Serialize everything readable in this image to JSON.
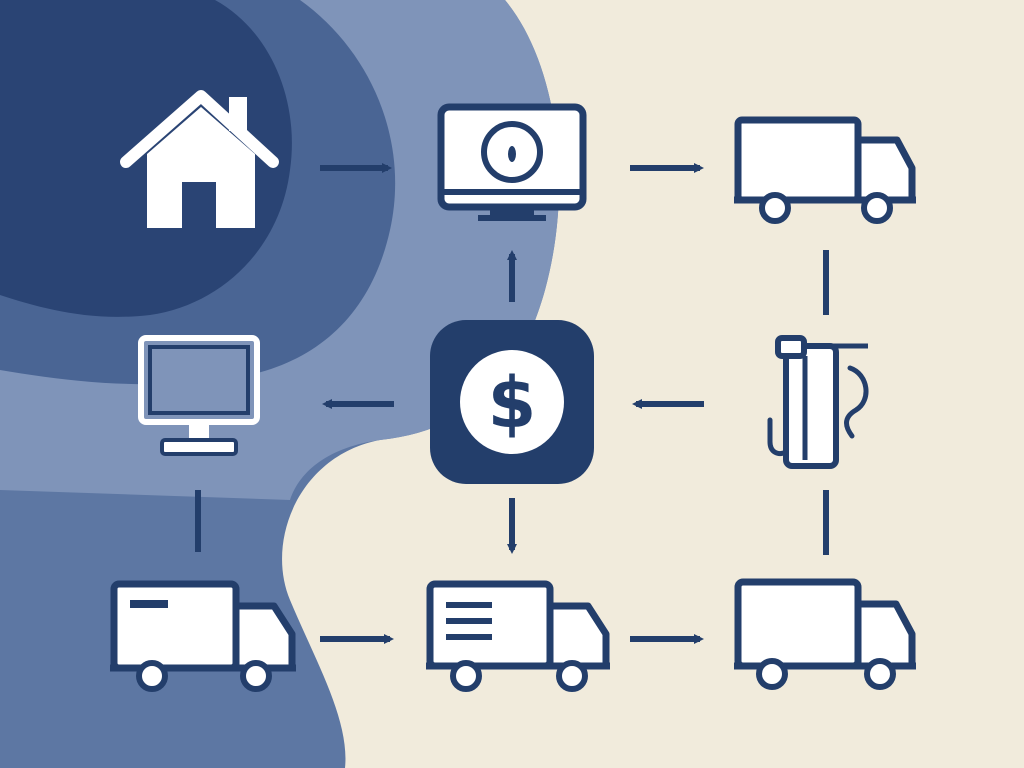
{
  "colors": {
    "background": "#F1EBDC",
    "navy": "#233E6B",
    "blob_outer": "#5D77A3",
    "blob_middle": "#7F94B9",
    "blob_inner": "#4A6594",
    "blob_core": "#2A4474",
    "icon_fill": "#FFFFFF"
  },
  "icons": [
    {
      "name": "house-icon"
    },
    {
      "name": "monitor-with-clock-icon"
    },
    {
      "name": "truck-icon"
    },
    {
      "name": "desktop-monitor-icon"
    },
    {
      "name": "dollar-coin-icon"
    },
    {
      "name": "payment-terminal-icon"
    },
    {
      "name": "delivery-truck-icon"
    },
    {
      "name": "cargo-truck-icon"
    },
    {
      "name": "truck-icon"
    }
  ],
  "center_symbol": "$",
  "connectors": [
    {
      "name": "arrow-right",
      "from": "house",
      "to": "monitor-clock"
    },
    {
      "name": "arrow-right",
      "from": "monitor-clock",
      "to": "truck-top"
    },
    {
      "name": "arrow-up",
      "from": "dollar",
      "to": "monitor-clock"
    },
    {
      "name": "arrow-left",
      "from": "dollar",
      "to": "desktop"
    },
    {
      "name": "arrow-left",
      "from": "terminal",
      "to": "dollar"
    },
    {
      "name": "arrow-down",
      "from": "dollar",
      "to": "truck-bottom-middle"
    },
    {
      "name": "arrow-right",
      "from": "truck-bottom-left",
      "to": "truck-bottom-middle"
    },
    {
      "name": "arrow-right",
      "from": "truck-bottom-middle",
      "to": "truck-bottom-right"
    },
    {
      "name": "dashed-line",
      "from": "truck-top",
      "to": "terminal"
    },
    {
      "name": "dashed-line",
      "from": "terminal",
      "to": "truck-bottom-right"
    },
    {
      "name": "line",
      "from": "desktop",
      "to": "truck-bottom-left"
    }
  ]
}
